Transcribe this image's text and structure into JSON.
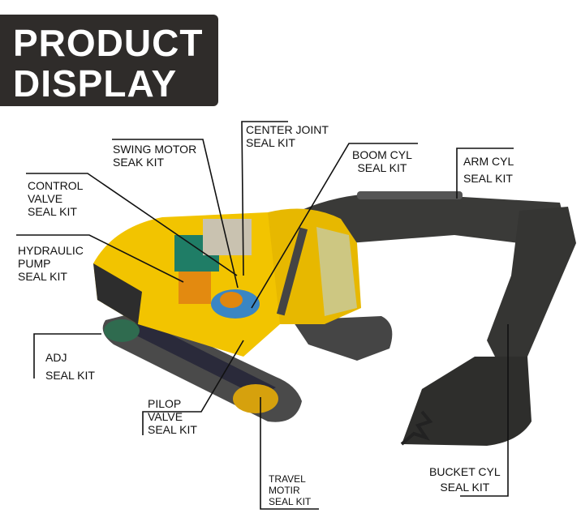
{
  "header": {
    "line1": "PRODUCT",
    "line2": "DISPLAY"
  },
  "labels": {
    "center_joint": [
      "CENTER JOINT",
      "SEAL KIT"
    ],
    "swing_motor": [
      "SWING MOTOR",
      "SEAK KIT"
    ],
    "control_valve": [
      "CONTROL",
      "VALVE",
      "SEAL KIT"
    ],
    "hydraulic_pump": [
      "HYDRAULIC",
      "PUMP",
      "SEAL KIT"
    ],
    "boom_cyl": [
      "BOOM CYL",
      "SEAL KIT"
    ],
    "arm_cyl": [
      "ARM CYL",
      "SEAL KIT"
    ],
    "adj": [
      "ADJ",
      "SEAL KIT"
    ],
    "pilop_valve": [
      "PILOP",
      "VALVE",
      "SEAL KIT"
    ],
    "travel_motor": [
      "TRAVEL",
      "MOTIR",
      "SEAL KIT"
    ],
    "bucket_cyl": [
      "BUCKET CYL",
      "SEAL KIT"
    ]
  },
  "colors": {
    "body_yellow": "#f2c400",
    "arm_dark": "#3a3a38",
    "title_bg": "#2f2c2a"
  }
}
